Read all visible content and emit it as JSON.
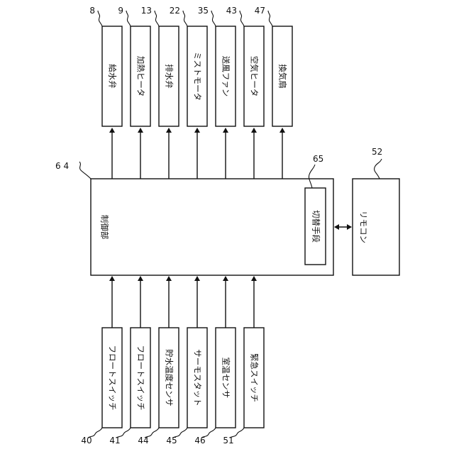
{
  "outputs": [
    {
      "label": "給水弁",
      "ref": "8"
    },
    {
      "label": "加熱ヒータ",
      "ref": "9"
    },
    {
      "label": "排水弁",
      "ref": "13"
    },
    {
      "label": "ミストモータ",
      "ref": "22"
    },
    {
      "label": "送風ファン",
      "ref": "35"
    },
    {
      "label": "空気ヒータ",
      "ref": "43"
    },
    {
      "label": "換気扇",
      "ref": "47"
    }
  ],
  "inputs": [
    {
      "label": "フロートスイッチ",
      "ref": "40"
    },
    {
      "label": "フロートスイッチ",
      "ref": "41"
    },
    {
      "label": "貯水温度センサ",
      "ref": "44"
    },
    {
      "label": "サーモスタット",
      "ref": "45"
    },
    {
      "label": "室温センサ",
      "ref": "46"
    },
    {
      "label": "緊急スイッチ",
      "ref": "51"
    }
  ],
  "controller": {
    "label": "制御部",
    "ref": "6 4"
  },
  "switching": {
    "label": "切替手段",
    "ref": "65"
  },
  "remote": {
    "label": "リモコン",
    "ref": "52"
  }
}
